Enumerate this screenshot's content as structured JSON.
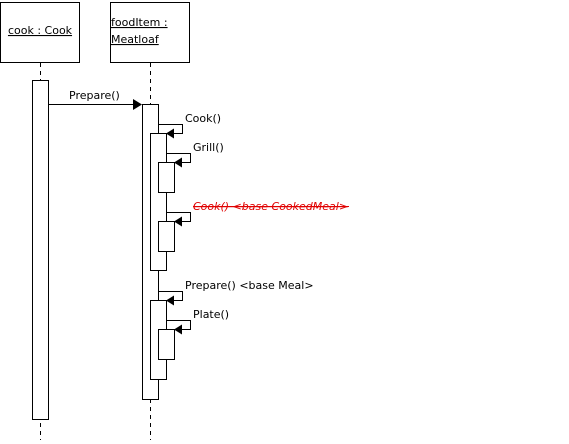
{
  "lifelines": [
    {
      "id": "cook",
      "label_lines": [
        "cook : Cook"
      ]
    },
    {
      "id": "food",
      "label_lines": [
        "foodItem :",
        "Meatloaf"
      ]
    }
  ],
  "messages": [
    {
      "id": "prepare",
      "label": "Prepare()",
      "kind": "call",
      "from": "cook",
      "to": "food"
    },
    {
      "id": "cook-self",
      "label": "Cook()",
      "kind": "self",
      "from": "food",
      "to": "food"
    },
    {
      "id": "grill",
      "label": "Grill()",
      "kind": "self",
      "from": "food",
      "to": "food"
    },
    {
      "id": "cook-base",
      "label": "Cook() <base CookedMeal>",
      "kind": "self",
      "from": "food",
      "to": "food",
      "style": "struck"
    },
    {
      "id": "prepare-base",
      "label": "Prepare() <base Meal>",
      "kind": "self",
      "from": "food",
      "to": "food"
    },
    {
      "id": "plate",
      "label": "Plate()",
      "kind": "self",
      "from": "food",
      "to": "food"
    }
  ],
  "colors": {
    "line": "#000000",
    "struck_text": "#e00000",
    "background": "#ffffff"
  }
}
